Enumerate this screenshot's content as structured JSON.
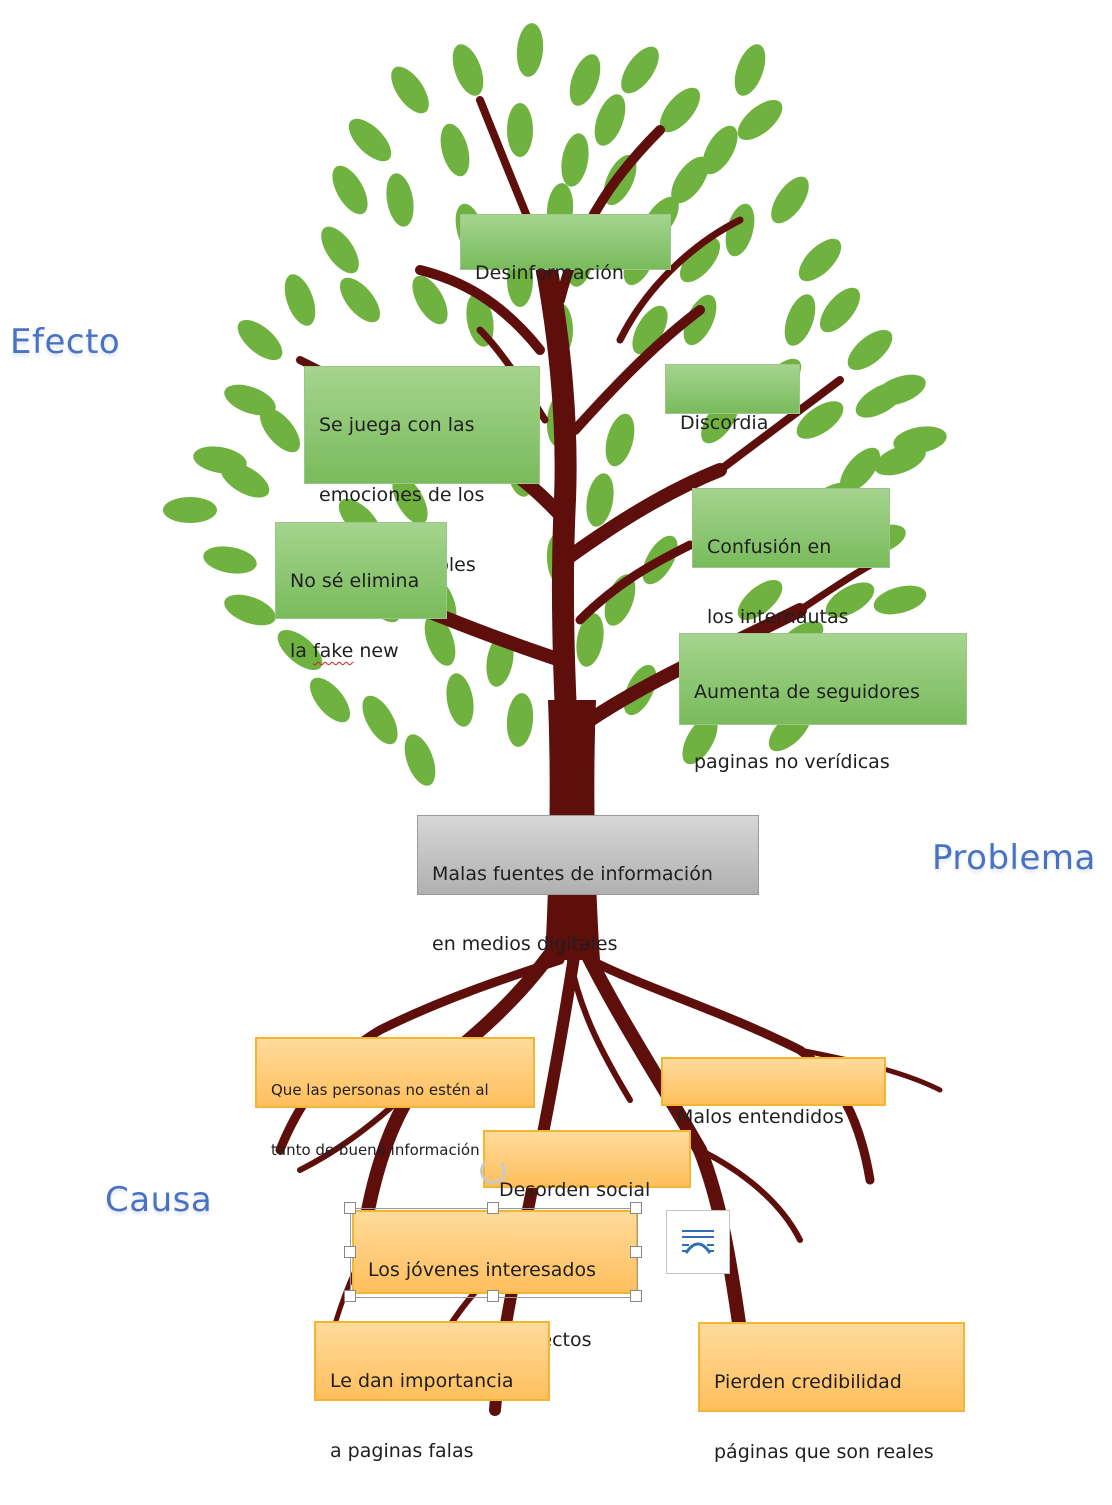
{
  "labels": {
    "efecto": "Efecto",
    "problema": "Problema",
    "causa": "Causa"
  },
  "effects": {
    "e1": "Desinformación",
    "e2_lines": [
      "Se juega con las",
      "emociones de los",
      "más vulnerables"
    ],
    "e3": "Discordia",
    "e4_lines": [
      "Confusión en",
      "los internautas"
    ],
    "e5_line1": "No sé elimina",
    "e5_pre": "la ",
    "e5_fake": "fake",
    "e5_post": " new",
    "e6_lines": [
      "Aumenta de seguidores",
      "paginas no verídicas"
    ]
  },
  "problem_lines": [
    "Malas fuentes de información",
    "en medios digitales"
  ],
  "causes": {
    "c1_lines": [
      "Que las personas no estén al",
      "tanto de buena información"
    ],
    "c2": "Malos entendidos",
    "c3": "Desorden social",
    "c4_lines": [
      "Los jóvenes interesados",
      "sigan pasos incorrectos"
    ],
    "c5_lines": [
      "Le dan importancia",
      "a paginas falas"
    ],
    "c6_lines": [
      "Pierden credibilidad",
      "páginas que son reales"
    ]
  },
  "colors": {
    "trunk": "#5e0f0c",
    "leaf": "#6fb23f",
    "effect_box": "#8cc872",
    "problem_box": "#c4c4c4",
    "cause_box": "#ffcd7a",
    "label_text": "#4a72c4"
  },
  "icons": {
    "rotate_handle": "rotate-icon",
    "layout_options": "layout-options-icon"
  }
}
